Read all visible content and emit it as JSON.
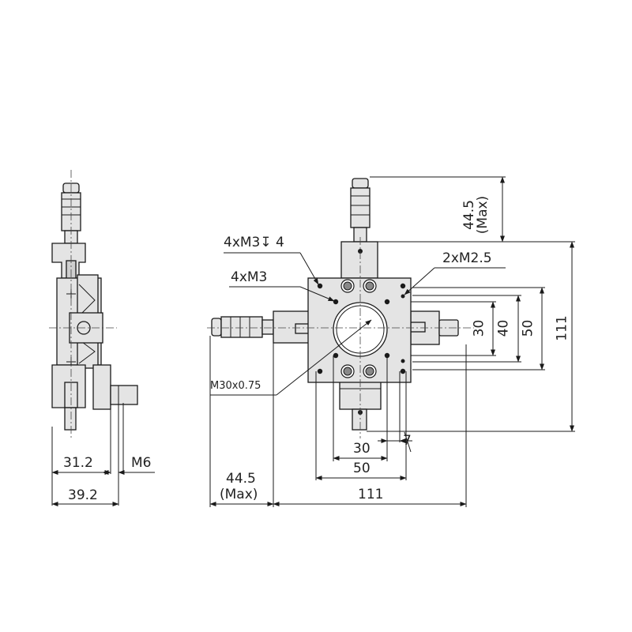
{
  "diagram": {
    "side_view": {
      "dim_31_2": "31.2",
      "dim_39_2": "39.2",
      "dim_m6": "M6"
    },
    "front_view": {
      "callout_tapped_holes": "4xM3↧ 4",
      "callout_through_holes": "4xM3",
      "callout_m25": "2xM2.5",
      "callout_center_thread": "M30x0.75",
      "dim_30_horizontal": "30",
      "dim_7": "7",
      "dim_50_horizontal": "50",
      "dim_111_horizontal": "111",
      "dim_44_5_left": "44.5",
      "dim_max_left": "(Max)",
      "dim_30_vertical": "30",
      "dim_40_vertical": "40",
      "dim_50_vertical": "50",
      "dim_111_vertical": "111",
      "dim_44_5_top": "44.5",
      "dim_max_top": "(Max)"
    }
  }
}
